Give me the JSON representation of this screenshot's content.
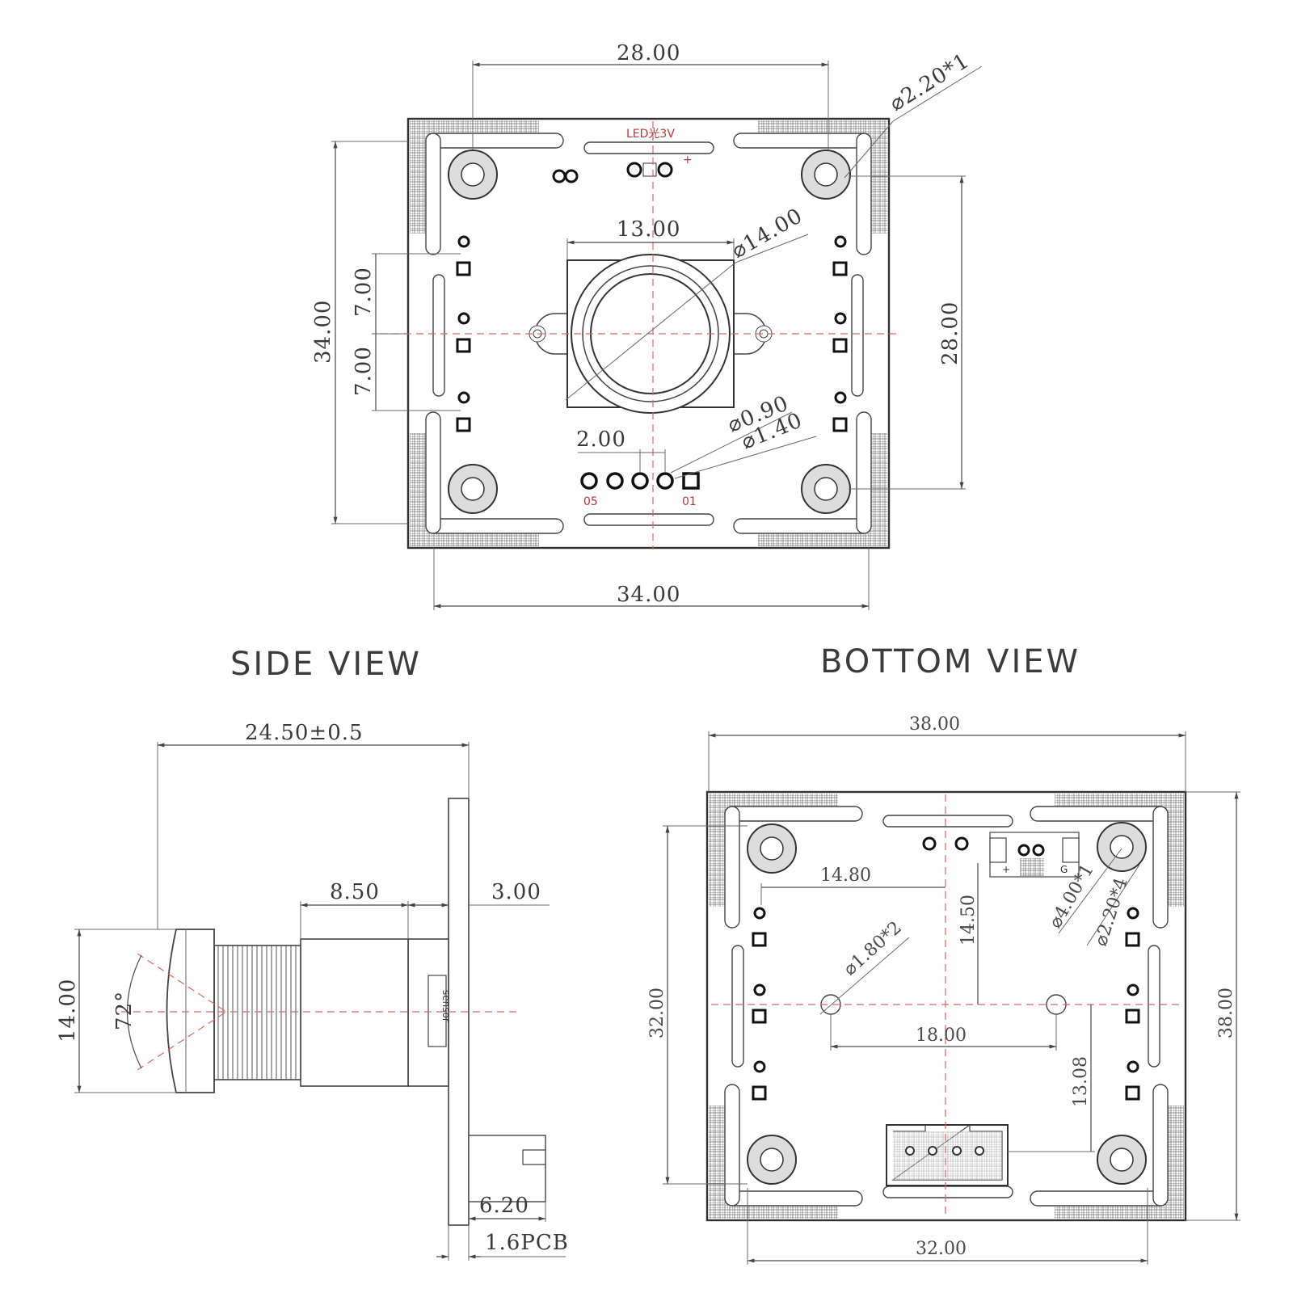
{
  "top_view": {
    "dimensions": {
      "top_hole_spacing": "28.00",
      "mount_hole": "⌀2.20*1",
      "lens_holder_width": "13.00",
      "lens_diameter": "⌀14.00",
      "board_height": "34.00",
      "led_pitch_upper": "7.00",
      "led_pitch_lower": "7.00",
      "right_hole_spacing": "28.00",
      "pin_hole": "⌀0.90",
      "pin_pad": "⌀1.40",
      "pin_pitch": "2.00",
      "board_width": "34.00"
    },
    "labels": {
      "led": "LED光3V",
      "pin_first": "05",
      "pin_last": "01",
      "plus": "+"
    }
  },
  "side_view": {
    "title": "SIDE VIEW",
    "dimensions": {
      "total_length": "24.50±0.5",
      "holder_length": "8.50",
      "board_offset": "3.00",
      "lens_diameter": "14.00",
      "field_of_view": "72°",
      "connector_length": "6.20",
      "pcb_thickness": "1.6PCB"
    },
    "labels": {
      "sensor": "sensor"
    }
  },
  "bottom_view": {
    "title": "BOTTOM  VIEW",
    "dimensions": {
      "board_width": "38.00",
      "center_offset_x": "14.80",
      "center_offset_y": "14.50",
      "mount_hole_large": "⌀4.00*1",
      "mount_hole_small": "⌀2.20*4",
      "locating_hole": "⌀1.80*2",
      "hole_spacing_vertical": "32.00",
      "board_height": "38.00",
      "locating_spacing": "18.00",
      "connector_offset": "13.08",
      "hole_spacing_horizontal": "32.00"
    },
    "labels": {
      "conn_left": "+",
      "conn_right": "G"
    }
  }
}
